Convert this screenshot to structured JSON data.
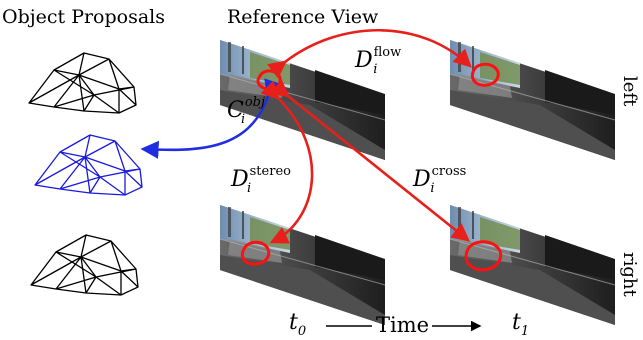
{
  "headers": {
    "object_proposals": "Object Proposals",
    "reference_view": "Reference View"
  },
  "side_labels": {
    "left": "left",
    "right": "right"
  },
  "terms": {
    "obj": {
      "symbol": "C",
      "sup": "obj",
      "sub": "i"
    },
    "flow": {
      "symbol": "D",
      "sup": "flow",
      "sub": "i"
    },
    "stereo": {
      "symbol": "D",
      "sup": "stereo",
      "sub": "i"
    },
    "cross": {
      "symbol": "D",
      "sup": "cross",
      "sub": "i"
    }
  },
  "timeline": {
    "t0": "t",
    "t0_sub": "0",
    "t1": "t",
    "t1_sub": "1",
    "label": "Time"
  },
  "colors": {
    "red_arrow": "#e8201b",
    "blue_arrow": "#1f2ee0",
    "selected_proposal": "#1a1adf",
    "proposal": "#000000",
    "car_outline": "#ff1010"
  }
}
